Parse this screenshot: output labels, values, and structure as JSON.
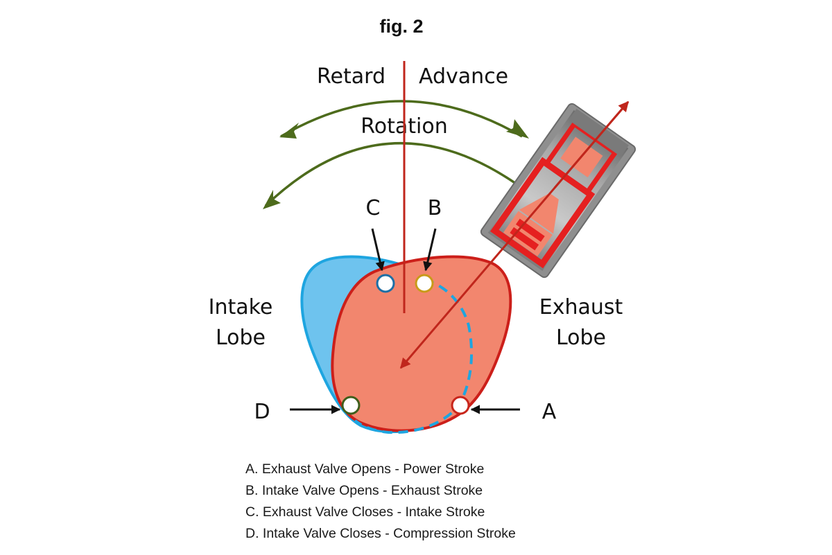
{
  "figure": {
    "title": "fig. 2",
    "labels": {
      "retard": "Retard",
      "advance": "Advance",
      "rotation": "Rotation",
      "intake_lobe_line1": "Intake",
      "intake_lobe_line2": "Lobe",
      "exhaust_lobe_line1": "Exhaust",
      "exhaust_lobe_line2": "Lobe"
    },
    "points": {
      "a": "A",
      "b": "B",
      "c": "C",
      "d": "D"
    },
    "legend": [
      "A. Exhaust Valve Opens - Power Stroke",
      "B. Intake Valve Opens - Exhaust Stroke",
      "C. Exhaust Valve Closes - Intake Stroke",
      "D. Intake Valve Closes - Compression Stroke"
    ],
    "colors": {
      "timing_line": "#c0261c",
      "rotation_arrow": "#4d6b1c",
      "intake_fill": "#6ec3ee",
      "intake_stroke": "#1ea5e0",
      "exhaust_fill": "#f2866e",
      "exhaust_stroke": "#cc1f1a",
      "lifter_body": "#9d9d9d",
      "lifter_red": "#e52020",
      "point_a": "#c8261c",
      "point_b": "#c99a1a",
      "point_c": "#1e6fa5",
      "point_d": "#3f5e1b"
    }
  }
}
